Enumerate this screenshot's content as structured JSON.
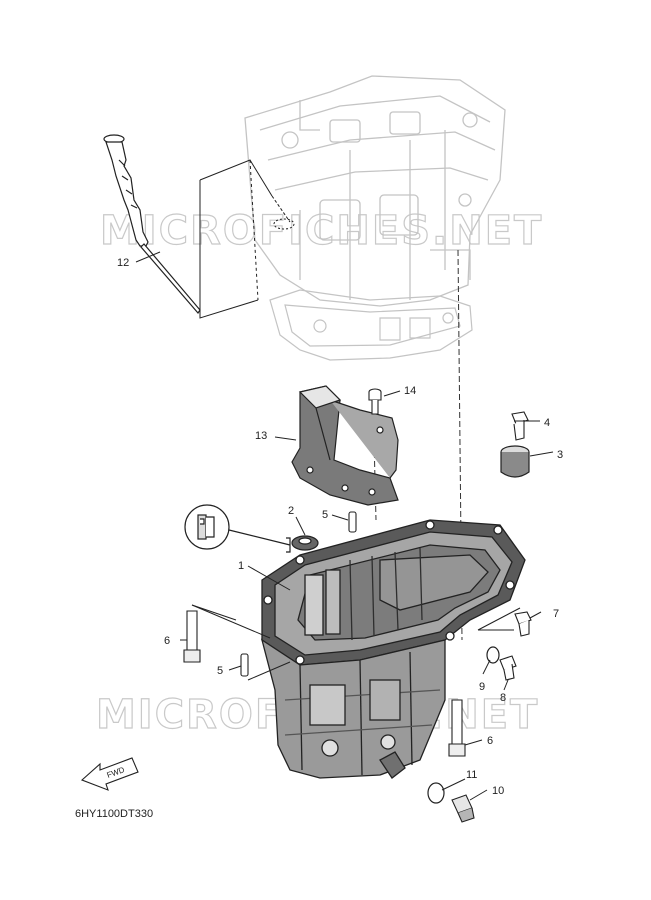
{
  "watermark": {
    "upper": "MICROFICHES.NET",
    "lower": "MICROFICHES.NET"
  },
  "diagram_code": "6HY1100DT330",
  "fwd_label": "FWD",
  "callouts": {
    "c1": "1",
    "c2": "2",
    "c3": "3",
    "c4": "4",
    "c5a": "5",
    "c5b": "5",
    "c6a": "6",
    "c6b": "6",
    "c7": "7",
    "c8": "8",
    "c9": "9",
    "c10": "10",
    "c11": "11",
    "c12": "12",
    "c13": "13",
    "c14": "14"
  },
  "colors": {
    "line": "#222222",
    "ghost": "#c8c8c8",
    "pan_dark": "#555555",
    "pan_mid": "#8a8a8a",
    "pan_light": "#bdbdbd"
  }
}
